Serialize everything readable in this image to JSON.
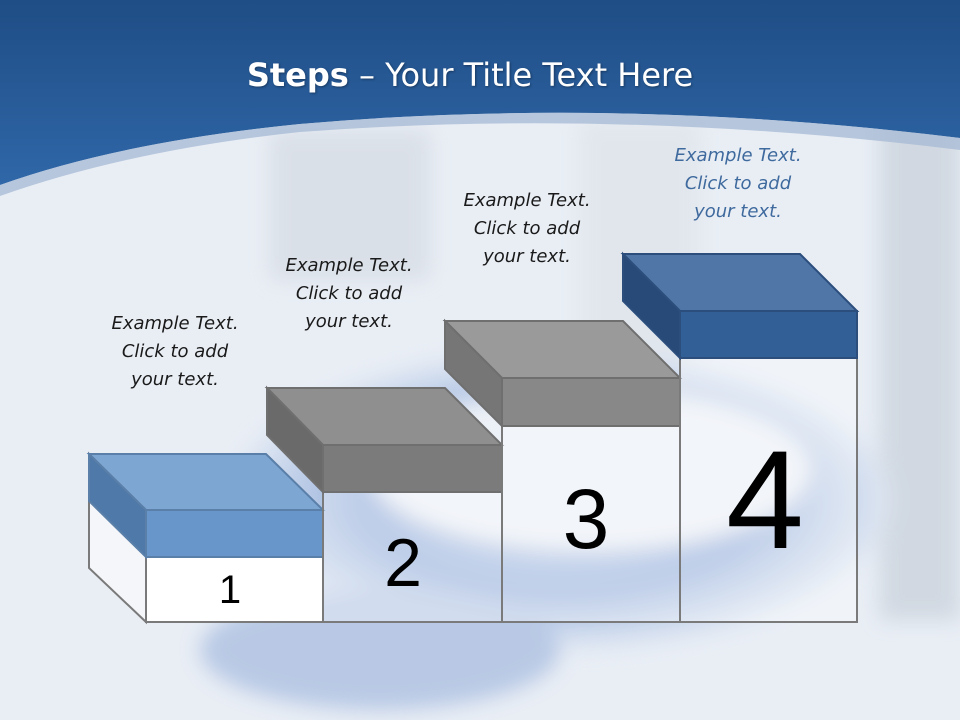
{
  "title": {
    "bold": "Steps",
    "rest": " – Your Title Text Here"
  },
  "steps": [
    {
      "number": "1",
      "caption": [
        "Example Text.",
        "Click  to add",
        "your text."
      ]
    },
    {
      "number": "2",
      "caption": [
        "Example Text.",
        "Click  to add",
        "your text."
      ]
    },
    {
      "number": "3",
      "caption": [
        "Example Text.",
        "Click  to add",
        "your text."
      ]
    },
    {
      "number": "4",
      "caption": [
        "Example Text.",
        "Click  to add",
        "your text."
      ]
    }
  ],
  "colors": {
    "header_blue": "#23568f",
    "step1_top": "#7ea6d3",
    "step4_top": "#4f76a6",
    "step_gray_top": "#8f8f8f",
    "outline": "#7a7a7a"
  }
}
